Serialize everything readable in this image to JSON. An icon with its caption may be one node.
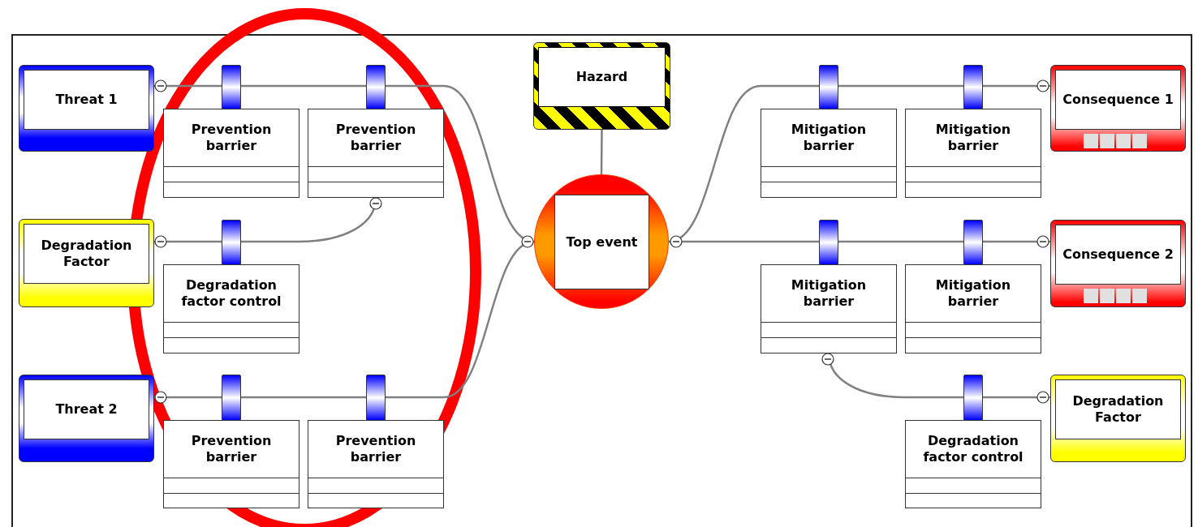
{
  "diagram": {
    "nodes": [
      {
        "text": [
          "Threat 1"
        ]
      },
      {
        "text": [
          "Prevention barrier"
        ]
      },
      {
        "text": [
          "Prevention barrier"
        ]
      },
      {
        "text": [
          "Degradation Factor"
        ]
      },
      {
        "text": [
          "Degradation factor control"
        ]
      },
      {
        "text": [
          "Threat 2"
        ]
      },
      {
        "text": [
          "Prevention barrier"
        ]
      },
      {
        "text": [
          "Prevention barrier"
        ]
      },
      {
        "text": [
          "Hazard"
        ]
      },
      {
        "text": [
          "Top event"
        ]
      },
      {
        "text": [
          "Mitigation barrier"
        ]
      },
      {
        "text": [
          "Mitigation barrier"
        ]
      },
      {
        "text": [
          "Consequence 1"
        ]
      },
      {
        "text": [
          "Mitigation barrier"
        ]
      },
      {
        "text": [
          "Mitigation barrier"
        ]
      },
      {
        "text": [
          "Consequence 2"
        ]
      },
      {
        "text": [
          "Degradation factor control"
        ]
      },
      {
        "text": [
          "Degradation Factor"
        ]
      }
    ],
    "edges": [
      {
        "from": 0,
        "to": 1,
        "arrow": "none"
      },
      {
        "from": 1,
        "to": 2,
        "arrow": "none"
      },
      {
        "from": 2,
        "to": 9,
        "arrow": "none"
      },
      {
        "from": 3,
        "to": 4,
        "arrow": "none"
      },
      {
        "from": 4,
        "to": 2,
        "arrow": "none"
      },
      {
        "from": 5,
        "to": 6,
        "arrow": "none"
      },
      {
        "from": 6,
        "to": 7,
        "arrow": "none"
      },
      {
        "from": 7,
        "to": 9,
        "arrow": "none"
      },
      {
        "from": 8,
        "to": 9,
        "arrow": "none"
      },
      {
        "from": 9,
        "to": 10,
        "arrow": "none"
      },
      {
        "from": 10,
        "to": 11,
        "arrow": "none"
      },
      {
        "from": 11,
        "to": 12,
        "arrow": "none"
      },
      {
        "from": 9,
        "to": 13,
        "arrow": "none"
      },
      {
        "from": 13,
        "to": 14,
        "arrow": "none"
      },
      {
        "from": 14,
        "to": 15,
        "arrow": "none"
      },
      {
        "from": 17,
        "to": 16,
        "arrow": "none"
      },
      {
        "from": 16,
        "to": 13,
        "arrow": "none"
      }
    ]
  }
}
